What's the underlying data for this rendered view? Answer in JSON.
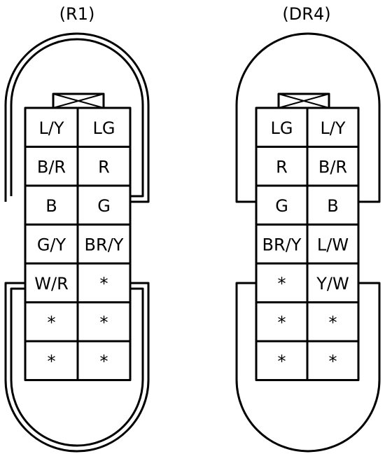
{
  "connectors": [
    {
      "title": "(R1)",
      "pins": [
        [
          "L/Y",
          "LG"
        ],
        [
          "B/R",
          "R"
        ],
        [
          "B",
          "G"
        ],
        [
          "G/Y",
          "BR/Y"
        ],
        [
          "W/R",
          "*"
        ],
        [
          "*",
          "*"
        ],
        [
          "*",
          "*"
        ]
      ]
    },
    {
      "title": "(DR4)",
      "pins": [
        [
          "LG",
          "L/Y"
        ],
        [
          "R",
          "B/R"
        ],
        [
          "G",
          "B"
        ],
        [
          "BR/Y",
          "L/W"
        ],
        [
          "*",
          "Y/W"
        ],
        [
          "*",
          "*"
        ],
        [
          "*",
          "*"
        ]
      ]
    }
  ]
}
